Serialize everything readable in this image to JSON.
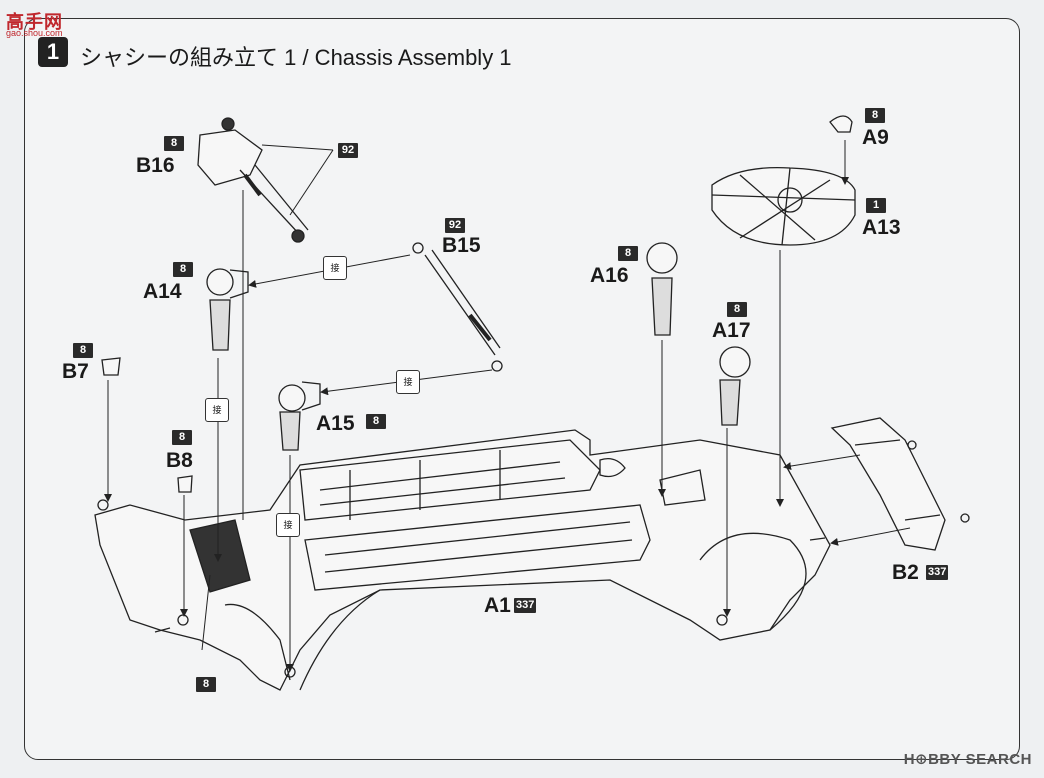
{
  "site_mark": {
    "title": "高手网",
    "subtitle": "gao.shou.com"
  },
  "step": {
    "number": "1",
    "title": "シャシーの組み立て 1 / Chassis Assembly 1"
  },
  "parts": [
    {
      "name": "B16",
      "code": "8"
    },
    {
      "name": "B15",
      "code": "92"
    },
    {
      "name": "A14",
      "code": "8"
    },
    {
      "name": "A15",
      "code": "8"
    },
    {
      "name": "B7",
      "code": "8"
    },
    {
      "name": "B8",
      "code": "8"
    },
    {
      "name": "A16",
      "code": "8"
    },
    {
      "name": "A17",
      "code": "8"
    },
    {
      "name": "A9",
      "code": "8"
    },
    {
      "name": "A13",
      "code": "1"
    },
    {
      "name": "B2",
      "code": "337"
    },
    {
      "name": "A1",
      "code": "337"
    }
  ],
  "extra_codes": {
    "b16_group": "92",
    "bottom": "8"
  },
  "glue_mark": "接",
  "watermark": "H⊕BBY SEARCH"
}
